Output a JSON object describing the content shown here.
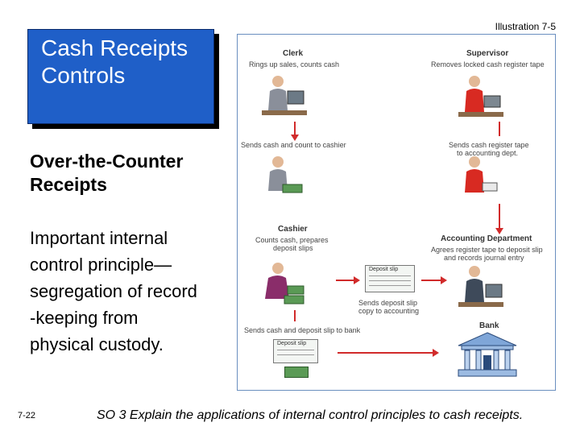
{
  "title": {
    "line1": "Cash Receipts",
    "line2": "Controls"
  },
  "illustration_label": "Illustration 7-5",
  "subheading": {
    "line1": "Over-the-Counter",
    "line2": "Receipts"
  },
  "body": {
    "line1": "Important internal",
    "line2": "control principle—",
    "line3": "segregation of record",
    "line4": "-keeping from",
    "line5": "physical custody."
  },
  "footer": {
    "page_number": "7-22",
    "so_text": "SO 3  Explain the applications of internal control principles to cash receipts."
  },
  "diagram": {
    "clerk": {
      "role": "Clerk",
      "desc": "Rings up sales, counts cash"
    },
    "supervisor": {
      "role": "Supervisor",
      "desc": "Removes locked cash register tape"
    },
    "arrow_clerk_cashier": "Sends cash and count to cashier",
    "arrow_sup_accounting": {
      "line1": "Sends cash register tape",
      "line2": "to accounting dept."
    },
    "cashier": {
      "role": "Cashier",
      "line1": "Counts cash, prepares",
      "line2": "deposit slips"
    },
    "accounting": {
      "role": "Accounting Department",
      "line1": "Agrees register tape to deposit slip",
      "line2": "and records journal entry"
    },
    "deposit_slip_label": "Deposit slip",
    "arrow_deposit_copy": {
      "line1": "Sends deposit slip",
      "line2": "copy to accounting"
    },
    "arrow_to_bank": "Sends cash and deposit slip to bank",
    "bank": {
      "role": "Bank"
    }
  },
  "colors": {
    "title_box": "#1f5fc8",
    "arrow": "#d12b2b",
    "border": "#6a8fbf"
  }
}
